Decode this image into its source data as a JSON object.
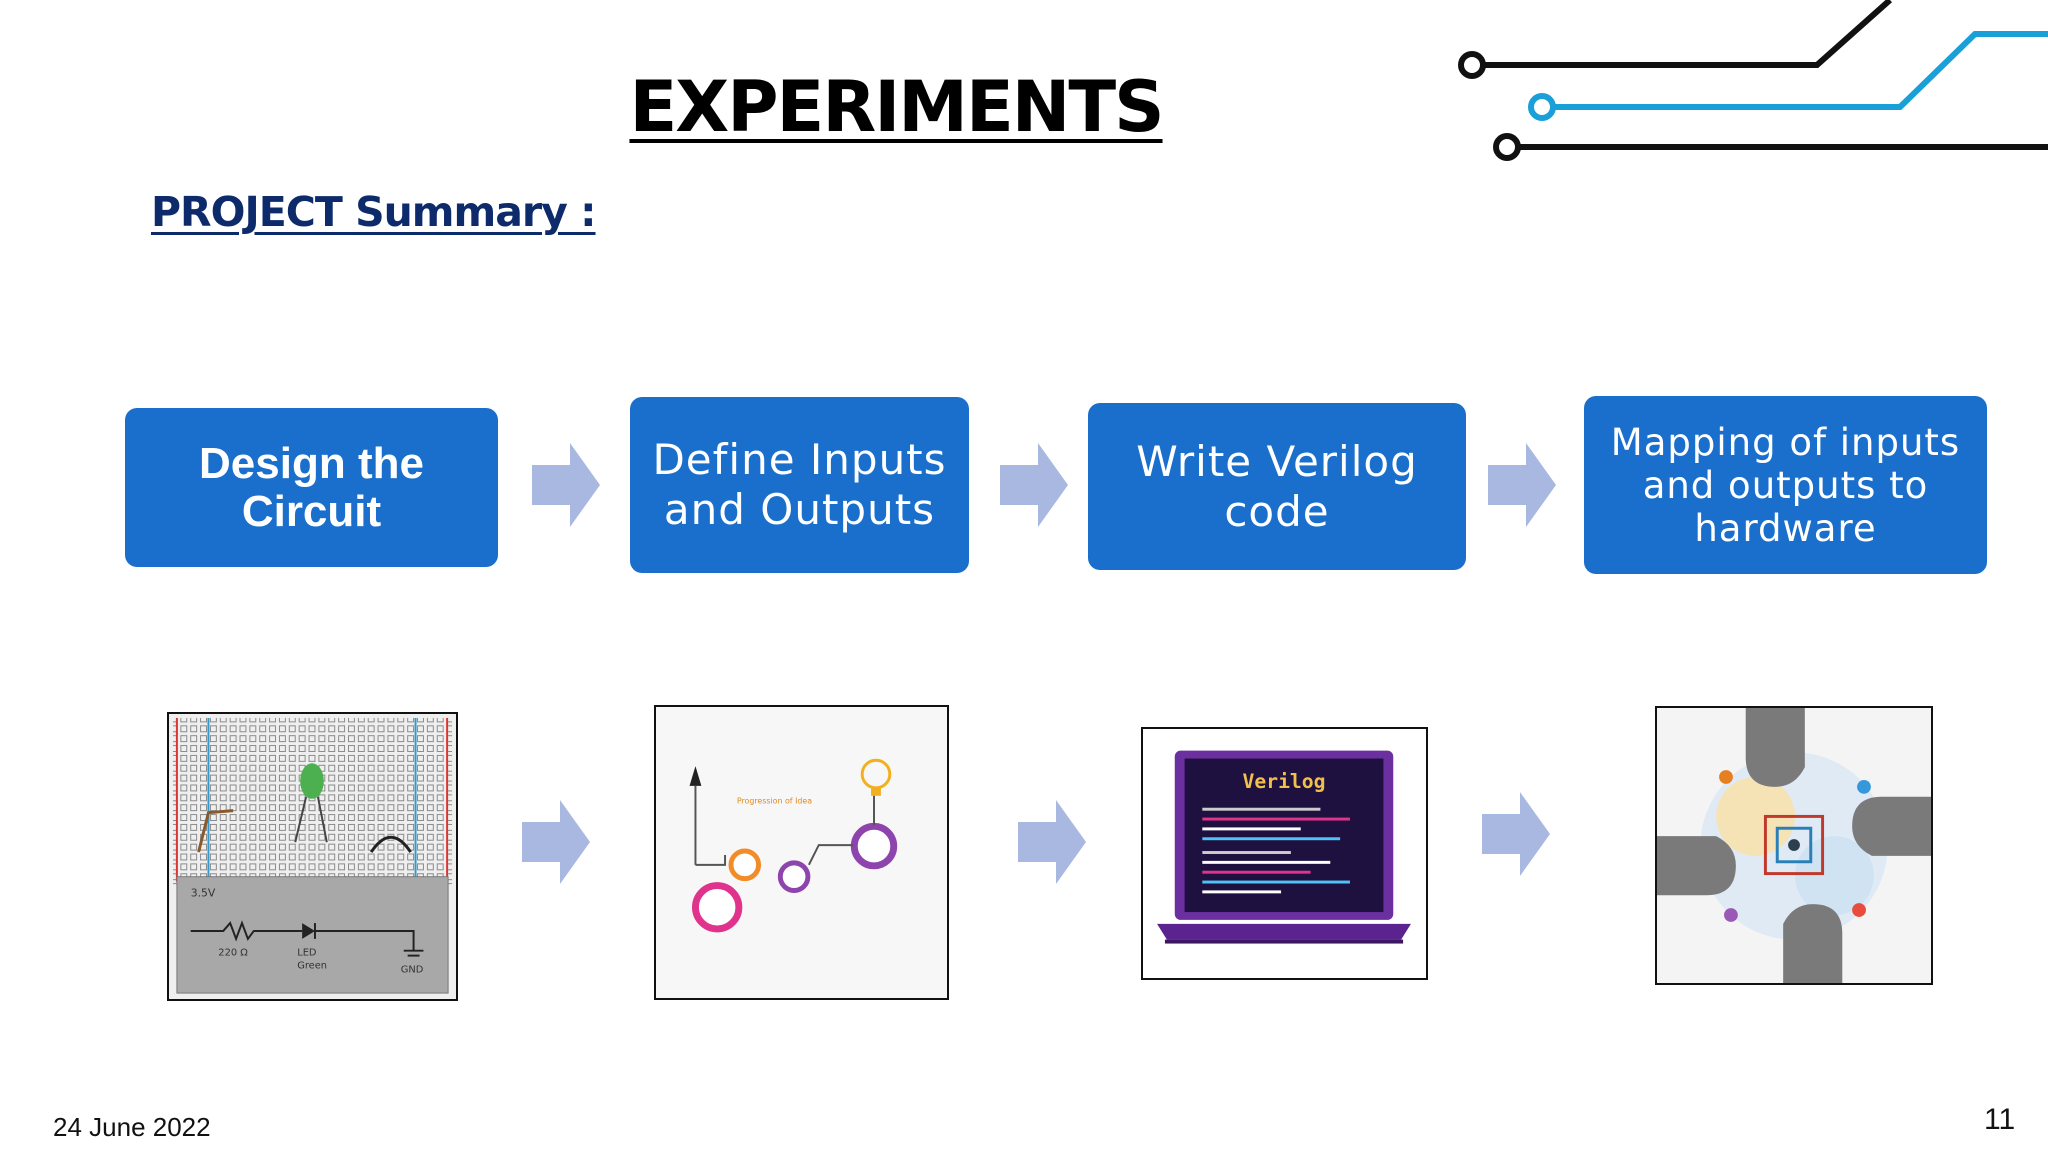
{
  "slide": {
    "title": "EXPERIMENTS",
    "subtitle": "PROJECT Summary :",
    "footer_date": "24 June 2022",
    "page_number": "11"
  },
  "steps": [
    {
      "line1": "Design the",
      "line2": "Circuit"
    },
    {
      "line1": "Define Inputs",
      "line2": "and Outputs"
    },
    {
      "line1": "Write Verilog",
      "line2": "code"
    },
    {
      "line1": "Mapping of inputs",
      "line2": "and outputs to",
      "line3": "hardware"
    }
  ],
  "images": {
    "breadboard": {
      "supply_label": "3.5V",
      "resistor_label": "220 Ω",
      "led_label_1": "LED",
      "led_label_2": "Green",
      "ground_label": "GND"
    },
    "gears": {
      "caption": "Progression of Idea"
    },
    "laptop": {
      "screen_title": "Verilog"
    },
    "mapping": {
      "icon": "heads-network-icon"
    }
  },
  "colors": {
    "step_box": "#1a6fcc",
    "arrow": "#a9b8e0",
    "subtitle": "#0d2b6b",
    "circuit_dark": "#111111",
    "circuit_accent": "#1aa0d8"
  }
}
